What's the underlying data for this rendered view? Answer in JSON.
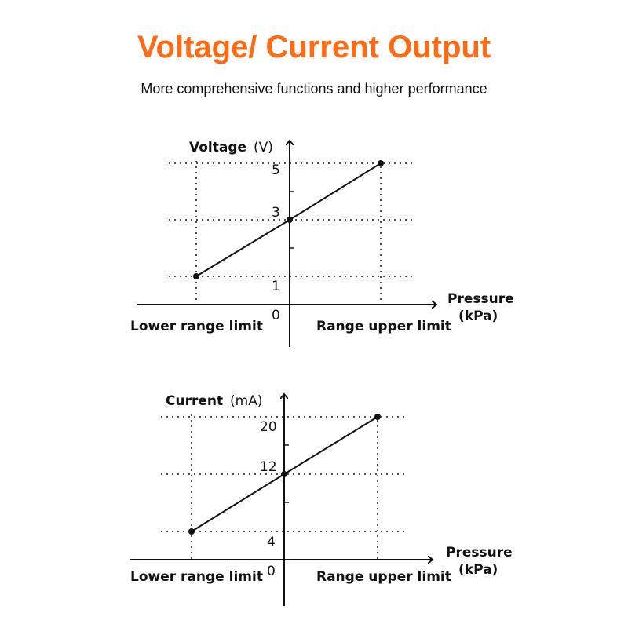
{
  "header": {
    "title": "Voltage/ Current Output",
    "subtitle": "More comprehensive functions and higher performance",
    "title_color": "#ff6a13"
  },
  "chart_data": [
    {
      "type": "line",
      "y_axis_name": "Voltage",
      "y_unit": "(V)",
      "x_axis_name": "Pressure",
      "x_unit": "(kPa)",
      "x_categories": [
        "Lower range limit",
        "Range upper limit"
      ],
      "origin_label": "0",
      "y_ticks": [
        "1",
        "3",
        "5"
      ],
      "points": [
        {
          "x": "Lower range limit",
          "y": 1
        },
        {
          "x": "Midpoint",
          "y": 3
        },
        {
          "x": "Range upper limit",
          "y": 5
        }
      ],
      "guides": "dotted",
      "grid": false
    },
    {
      "type": "line",
      "y_axis_name": "Current",
      "y_unit": "(mA)",
      "x_axis_name": "Pressure",
      "x_unit": "(kPa)",
      "x_categories": [
        "Lower range limit",
        "Range upper limit"
      ],
      "origin_label": "0",
      "y_ticks": [
        "4",
        "12",
        "20"
      ],
      "points": [
        {
          "x": "Lower range limit",
          "y": 4
        },
        {
          "x": "Midpoint",
          "y": 12
        },
        {
          "x": "Range upper limit",
          "y": 20
        }
      ],
      "guides": "dotted",
      "grid": false
    }
  ]
}
